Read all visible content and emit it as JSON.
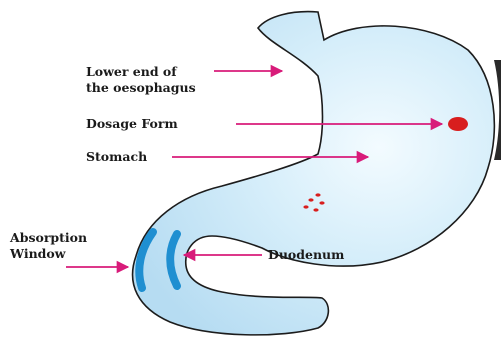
{
  "labels": {
    "esophagus_line1": "Lower end of",
    "esophagus_line2": "the oesophagus",
    "dosage_form": "Dosage Form",
    "stomach": "Stomach",
    "absorption_line1": "Absorption",
    "absorption_line2": "Window",
    "duodenum": "Duodenum"
  },
  "colors": {
    "organ_fill": "#c9e8f8",
    "organ_outline": "#1c1c1c",
    "arrow": "#d81b7a",
    "dosage_form": "#d81e1e",
    "absorption_window": "#1f8fd1"
  }
}
